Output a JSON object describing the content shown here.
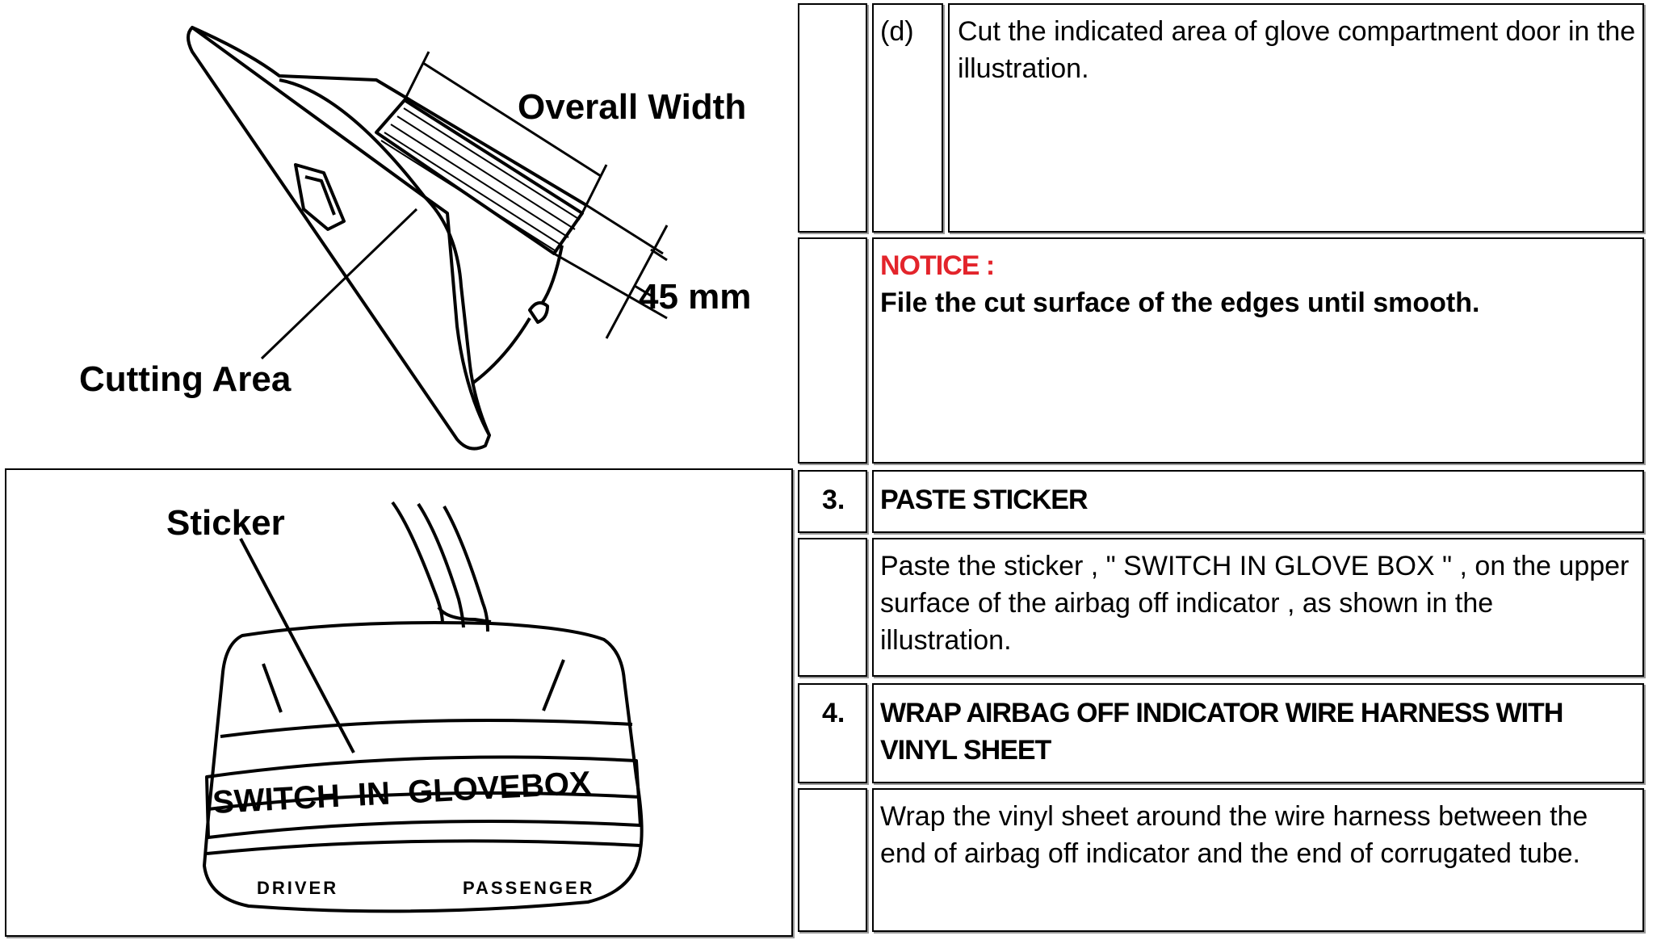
{
  "illustration_top": {
    "label_overall_width": "Overall Width",
    "label_dimension": "45 mm",
    "label_cutting_area": "Cutting Area"
  },
  "illustration_bottom": {
    "label_sticker": "Sticker",
    "sticker_text": "SWITCH  IN  GLOVEBOX",
    "label_driver": "DRIVER",
    "label_passenger": "PASSENGER"
  },
  "steps": {
    "d": {
      "marker": "(d)",
      "text": "Cut the indicated area of glove compartment door in the illustration."
    },
    "notice": {
      "heading": "NOTICE :",
      "text": "File the cut surface of the edges until smooth."
    },
    "step3": {
      "number": "3.",
      "title": "PASTE STICKER",
      "text": "Paste the sticker , \" SWITCH IN GLOVE BOX \" , on the upper surface of the airbag off indicator , as shown in the illustration."
    },
    "step4": {
      "number": "4.",
      "title": "WRAP AIRBAG OFF INDICATOR WIRE HARNESS WITH VINYL SHEET",
      "text": "Wrap the vinyl sheet around the wire harness between the end of airbag off indicator and the end of corrugated tube."
    }
  },
  "colors": {
    "notice": "#e3242b",
    "border": "#000000",
    "shadow": "#9a9a9a"
  }
}
